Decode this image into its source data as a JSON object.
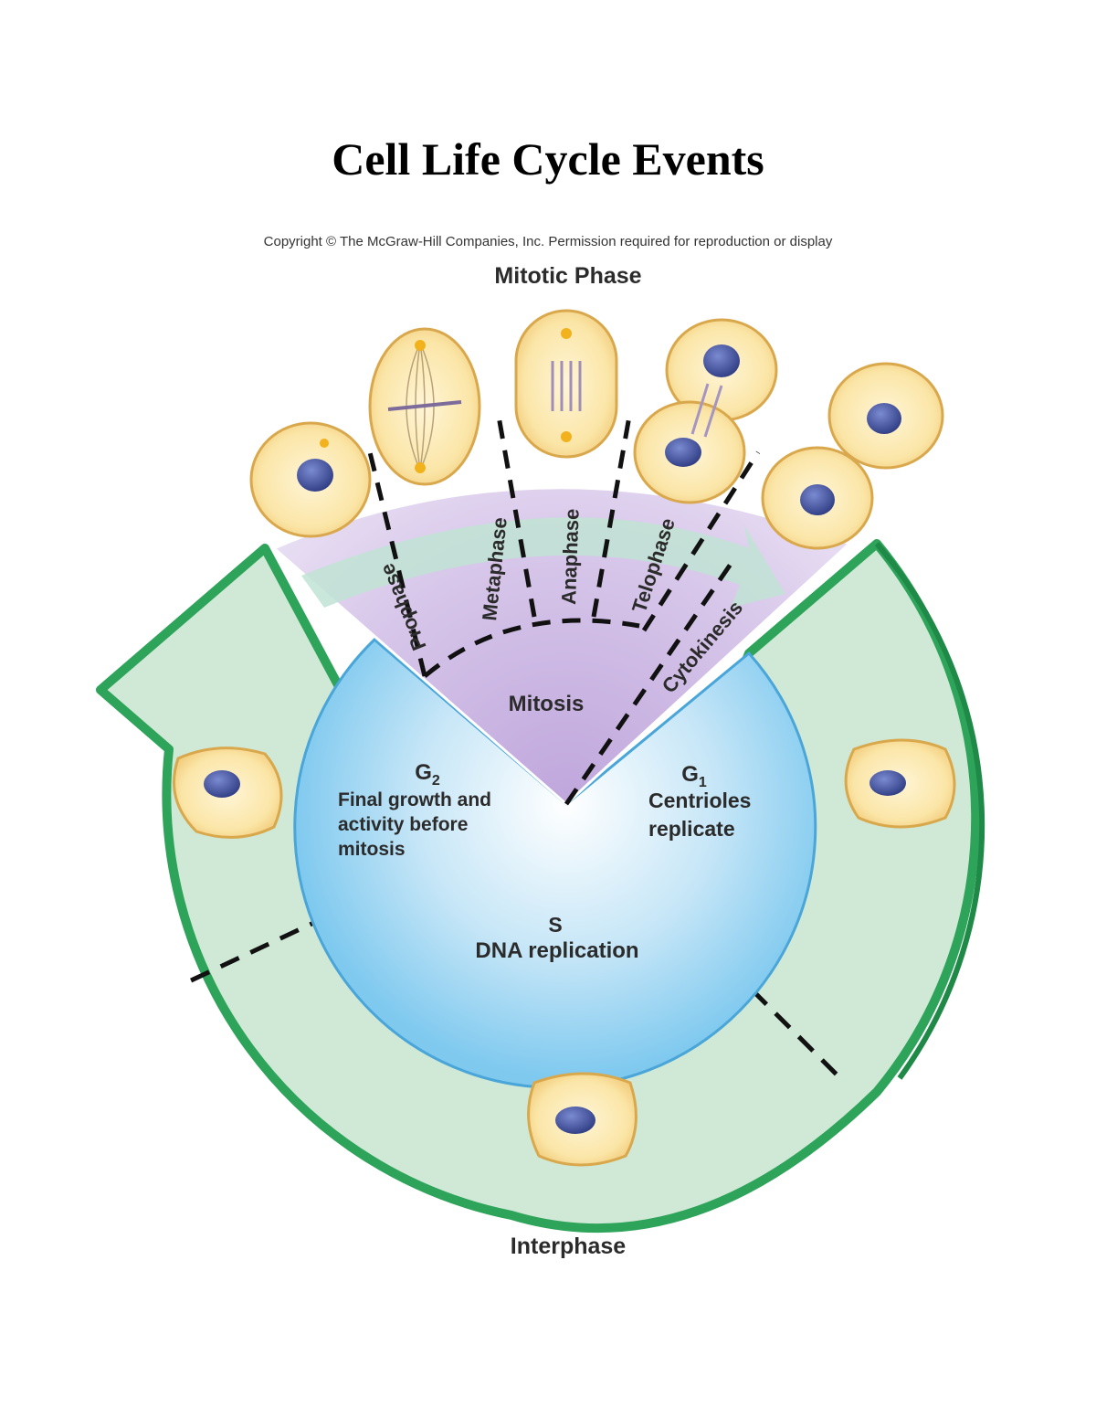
{
  "page": {
    "title": "Cell Life Cycle Events",
    "copyright": "Copyright © The McGraw-Hill Companies, Inc. Permission required for reproduction or display"
  },
  "diagram": {
    "mitotic_phase": {
      "heading": "Mitotic Phase",
      "center_label": "Mitosis",
      "stages": [
        "Prophase",
        "Metaphase",
        "Anaphase",
        "Telophase",
        "Cytokinesis"
      ]
    },
    "interphase": {
      "heading": "Interphase",
      "g1": {
        "name": "G",
        "subscript": "1",
        "lines": [
          "Centrioles",
          "replicate"
        ]
      },
      "s": {
        "name": "S",
        "lines": [
          "DNA replication"
        ]
      },
      "g2": {
        "name": "G",
        "subscript": "2",
        "lines": [
          "Final growth and",
          "activity before",
          "mitosis"
        ]
      }
    },
    "colors": {
      "ring_fill": "#cfe9d6",
      "ring_edge": "#2ea35a",
      "inner_blue": "#86cdf0",
      "mitosis_purple": "#c9b4de",
      "cell_fill": "#f7dfa0",
      "nucleus": "#3d4f9b"
    }
  }
}
